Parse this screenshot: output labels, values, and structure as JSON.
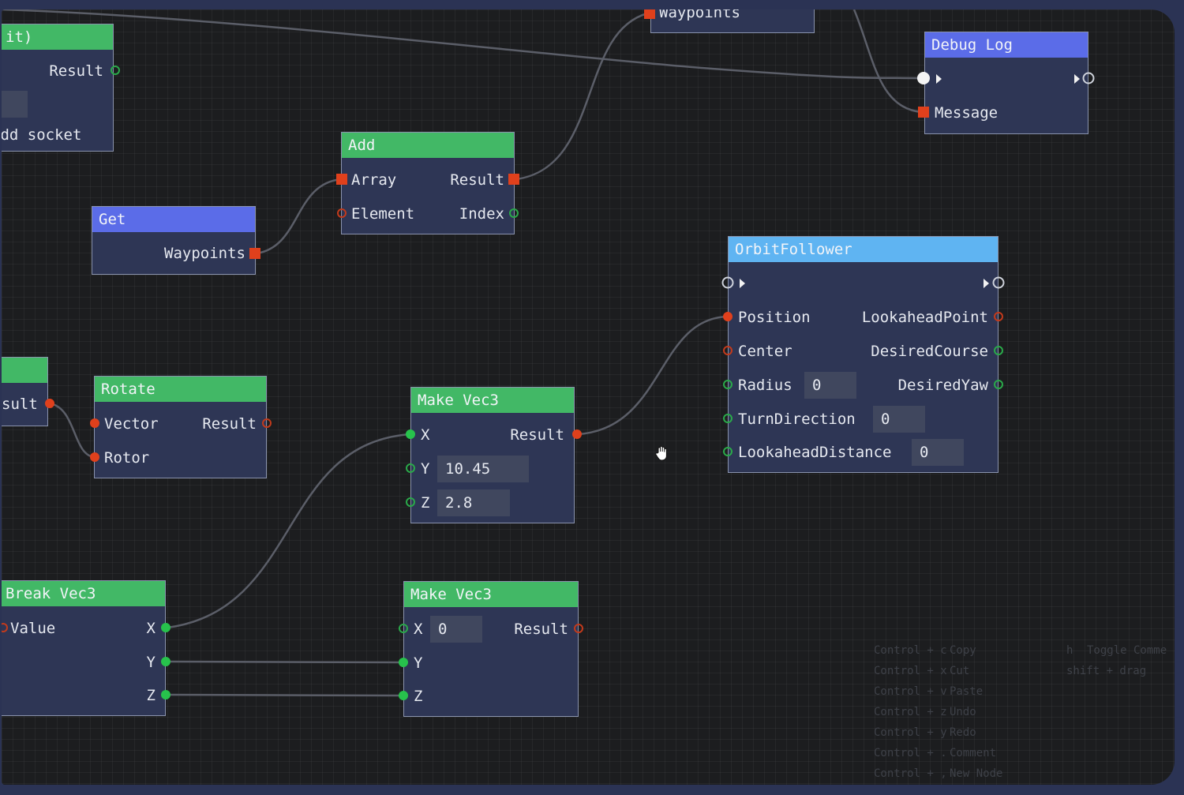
{
  "nodes": {
    "partial_top": {
      "result": "Result",
      "add_socket": "Add socket",
      "title_fragment": "it)"
    },
    "partial_left": {
      "result": "sult"
    },
    "get": {
      "title": "Get",
      "output": "Waypoints"
    },
    "add": {
      "title": "Add",
      "array": "Array",
      "element": "Element",
      "result": "Result",
      "index": "Index"
    },
    "waypoints_top": {
      "label": "Waypoints"
    },
    "debug_log": {
      "title": "Debug Log",
      "message": "Message"
    },
    "orbit_follower": {
      "title": "OrbitFollower",
      "inputs": {
        "position": "Position",
        "center": "Center",
        "radius": "Radius",
        "turn_direction": "TurnDirection",
        "lookahead_distance": "LookaheadDistance"
      },
      "outputs": {
        "lookahead_point": "LookaheadPoint",
        "desired_course": "DesiredCourse",
        "desired_yaw": "DesiredYaw"
      },
      "values": {
        "radius": "0",
        "turn_direction": "0",
        "lookahead_distance": "0"
      }
    },
    "rotate": {
      "title": "Rotate",
      "vector": "Vector",
      "rotor": "Rotor",
      "result": "Result"
    },
    "make_vec3_a": {
      "title": "Make Vec3",
      "x": "X",
      "y": "Y",
      "z": "Z",
      "result": "Result",
      "y_value": "10.45",
      "z_value": "2.8"
    },
    "break_vec3": {
      "title": "Break Vec3",
      "value": "Value",
      "x": "X",
      "y": "Y",
      "z": "Z"
    },
    "make_vec3_b": {
      "title": "Make Vec3",
      "x": "X",
      "y": "Y",
      "z": "Z",
      "result": "Result",
      "x_value": "0"
    }
  },
  "hints": [
    {
      "keys": "Control + c",
      "action": "Copy"
    },
    {
      "keys": "Control + x",
      "action": "Cut"
    },
    {
      "keys": "Control + v",
      "action": "Paste"
    },
    {
      "keys": "Control + z",
      "action": "Undo"
    },
    {
      "keys": "Control + y",
      "action": "Redo"
    },
    {
      "keys": "Control + .",
      "action": "Comment"
    },
    {
      "keys": "Control + ,",
      "action": "New Node"
    },
    {
      "keys": "h",
      "action": "Toggle Comme"
    },
    {
      "keys": "shift + drag",
      "action": ""
    }
  ],
  "colors": {
    "canvas": "#1c1d1f",
    "node_body": "#2e3655",
    "header_green": "#42b866",
    "header_purple": "#5b6ce8",
    "header_light_blue": "#5fb4f2",
    "socket_red": "#e0401c",
    "socket_green": "#27c24c",
    "wire": "#5b5e68"
  }
}
